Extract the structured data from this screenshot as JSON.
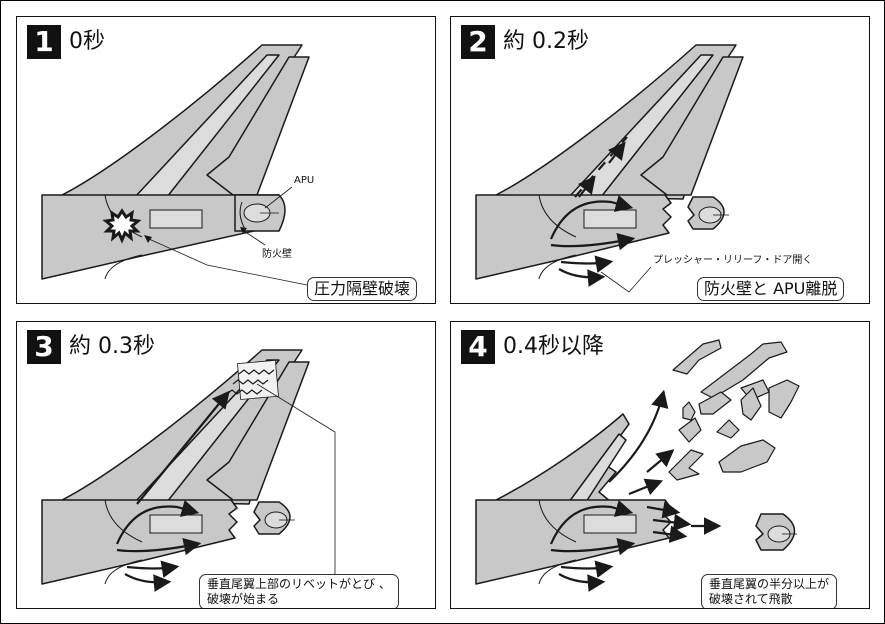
{
  "panels": [
    {
      "number": "1",
      "title": "0秒",
      "labels": {
        "apu": "APU",
        "firewall": "防火壁"
      },
      "callout": "圧力隔壁破壊"
    },
    {
      "number": "2",
      "title": "約 0.2秒",
      "labels": {
        "relief_door": "プレッシャー・リリーフ・ドア開く"
      },
      "callout": "防火壁と APU離脱"
    },
    {
      "number": "3",
      "title": "約 0.3秒",
      "callout_lines": [
        "垂直尾翼上部のリベットがとび 、",
        "破壊が始まる"
      ]
    },
    {
      "number": "4",
      "title": "0.4秒以降",
      "callout_lines": [
        "垂直尾翼の半分以上が",
        "破壊されて飛散"
      ]
    }
  ],
  "colors": {
    "fill": "#c8c8c8",
    "fill_light": "#dcdcdc",
    "stroke": "#1a1a1a",
    "background": "#ffffff"
  }
}
